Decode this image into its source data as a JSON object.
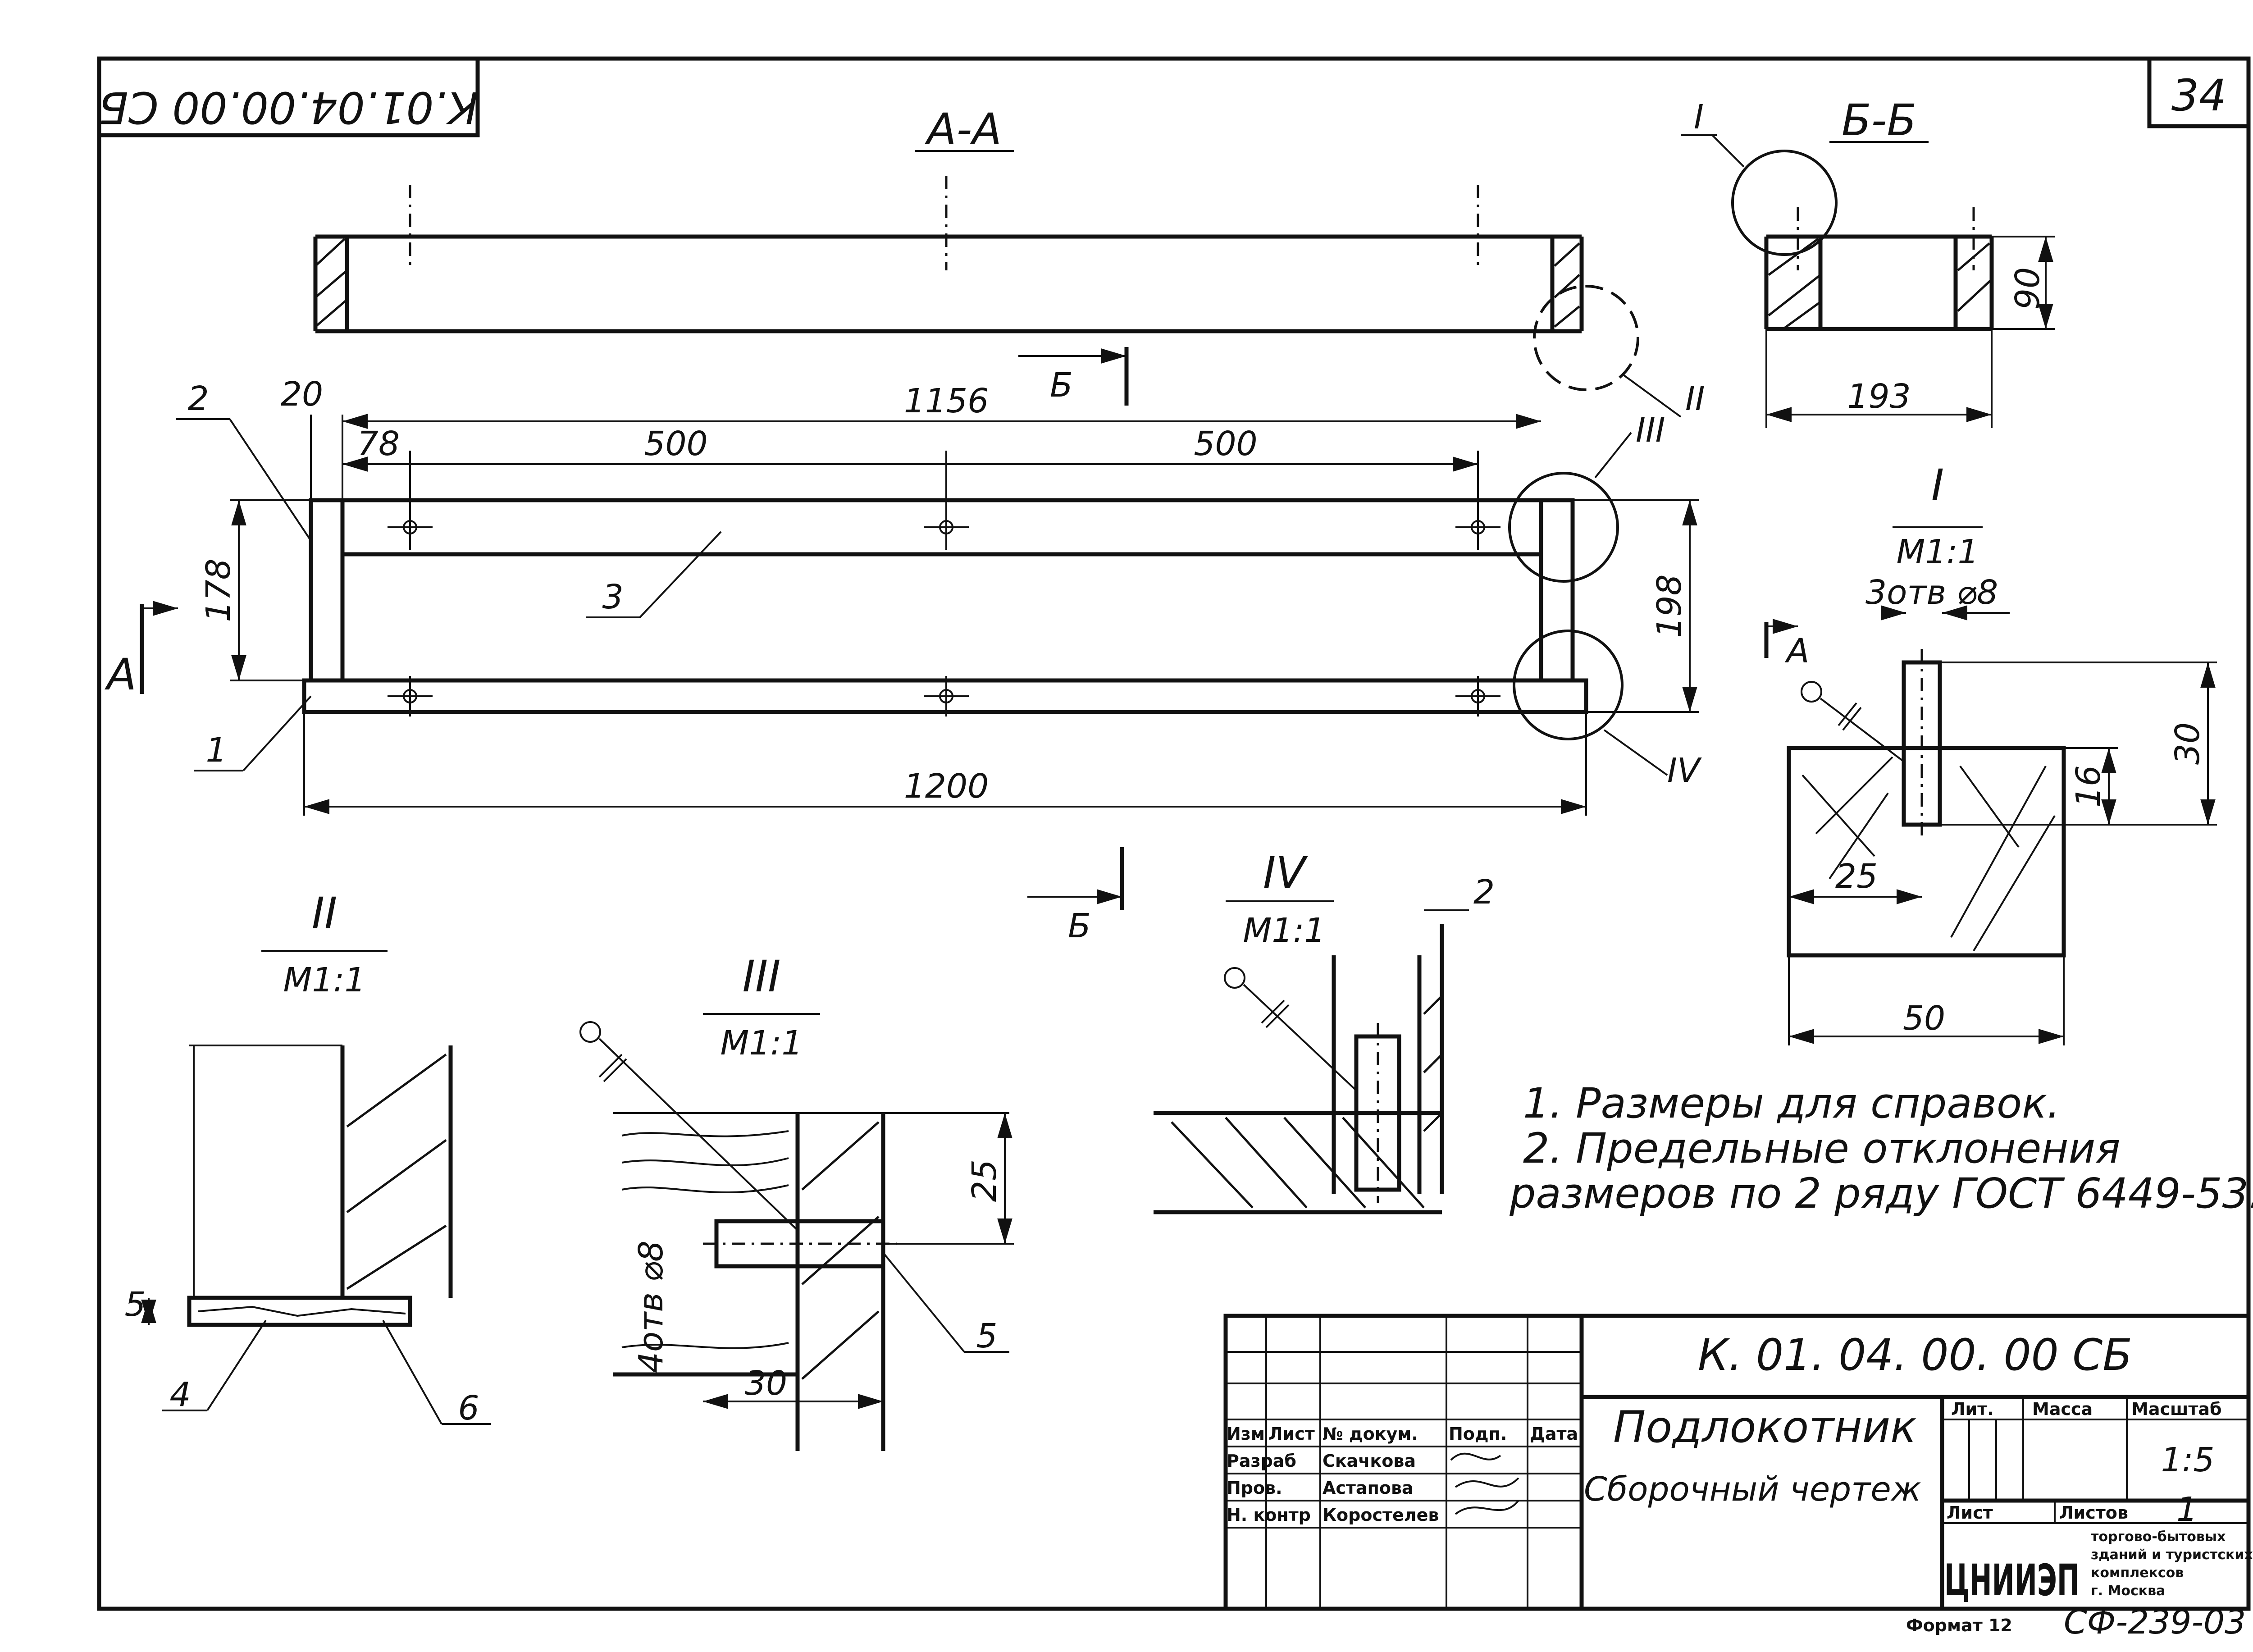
{
  "corner_code": "К.01.04.00.00 СБ",
  "sheet_number": "34",
  "views": {
    "section_aa": "А-А",
    "section_bb": "Б-Б",
    "detail_1": "I",
    "detail_2": "II",
    "detail_3": "III",
    "detail_4": "IV",
    "scale": "М1:1",
    "arrow_a": "А",
    "arrow_b": "Б"
  },
  "dimensions": {
    "d1156": "1156",
    "d20": "20",
    "d78": "78",
    "d500a": "500",
    "d500b": "500",
    "d178": "178",
    "d198": "198",
    "d1200": "1200",
    "d90": "90",
    "d193": "193",
    "holes3": "3отв ⌀8",
    "d30": "30",
    "d16": "16",
    "d25": "25",
    "d50": "50",
    "d5": "5",
    "d25b": "25",
    "holes4": "4отв ⌀8",
    "d30b": "30",
    "d2": "2"
  },
  "positions": {
    "p1": "1",
    "p2": "2",
    "p3": "3",
    "p4": "4",
    "p5": "5",
    "p6": "6"
  },
  "notes": [
    "1. Размеры для справок.",
    "2. Предельные отклонения",
    "размеров по 2 ряду ГОСТ 6449-53."
  ],
  "title_block": {
    "designation": "К. 01. 04. 00. 00 СБ",
    "name": "Подлокотник",
    "doc_type": "Сборочный чертеж",
    "col_headers": [
      "Изм",
      "Лист",
      "№ докум.",
      "Подп.",
      "Дата"
    ],
    "rows": [
      {
        "role": "Разраб",
        "name": "Скачкова"
      },
      {
        "role": "Пров.",
        "name": "Астапова"
      },
      {
        "role": "Н. контр",
        "name": "Коростелев"
      }
    ],
    "lit": "Лит.",
    "mass": "Масса",
    "scale_label": "Масштаб",
    "scale_value": "1:5",
    "sheet_label": "Лист",
    "sheets_label": "Листов",
    "sheets_value": "1",
    "org_logo": "ЦНИИЭП",
    "org_lines": [
      "торгово-бытовых",
      "зданий и туристских",
      "комплексов",
      "г. Москва"
    ],
    "format": "Формат 12",
    "stamp_code": "СФ-239-03"
  }
}
